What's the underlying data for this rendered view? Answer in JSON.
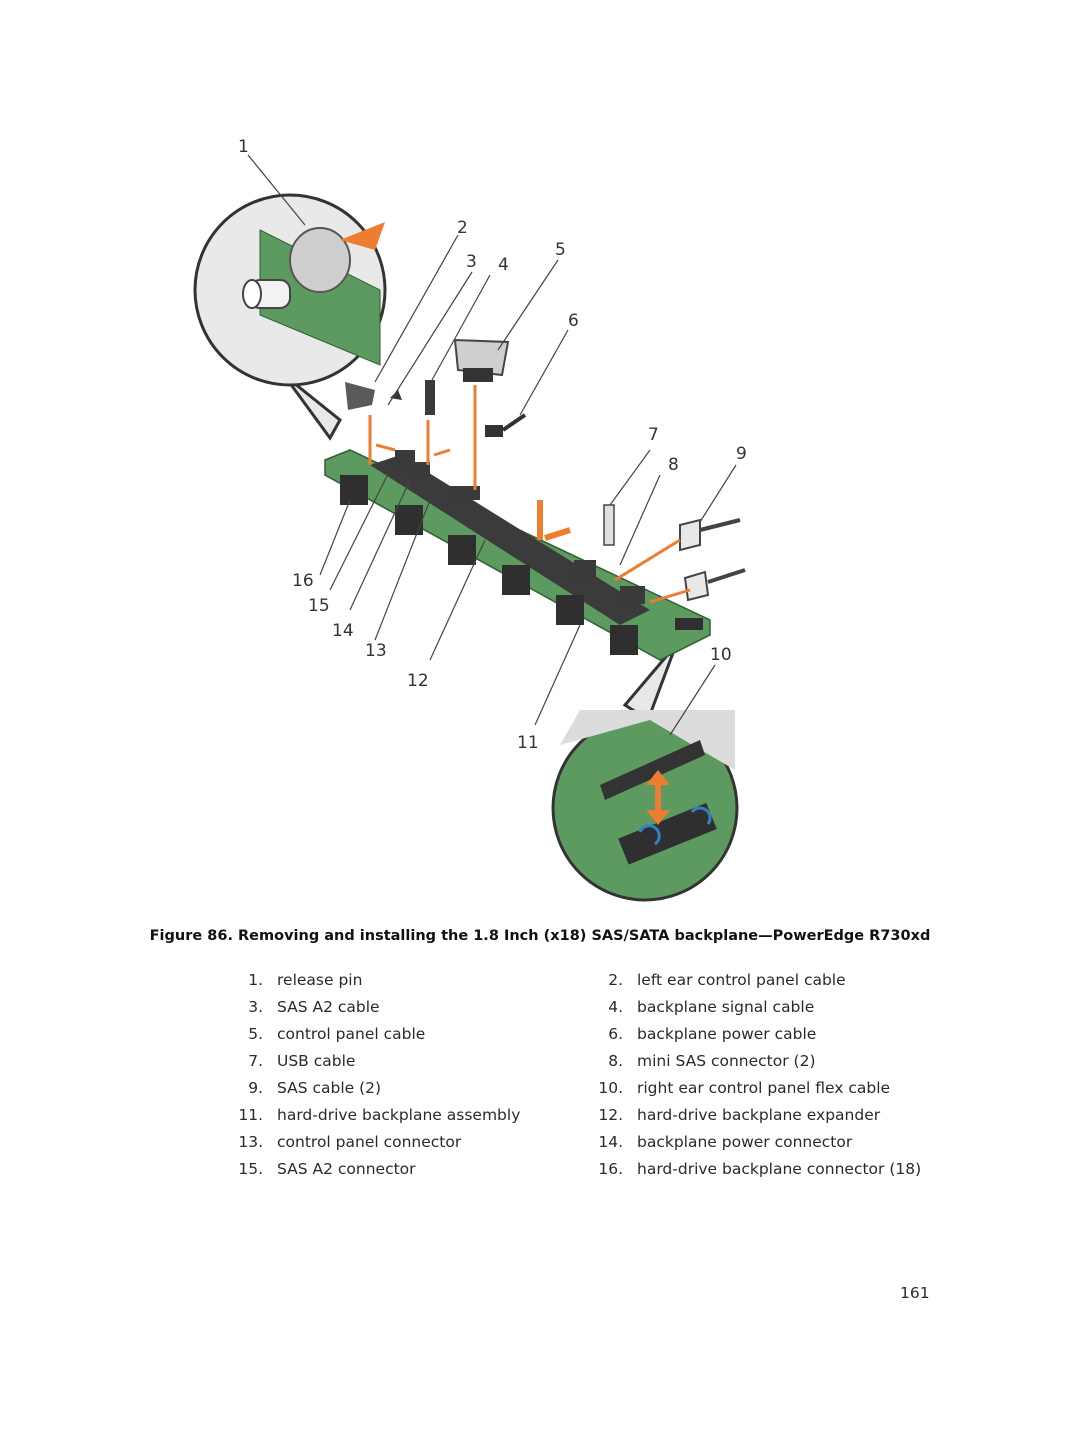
{
  "figure": {
    "callout_numbers": [
      "1",
      "2",
      "3",
      "4",
      "5",
      "6",
      "7",
      "8",
      "9",
      "10",
      "11",
      "12",
      "13",
      "14",
      "15",
      "16"
    ]
  },
  "caption": "Figure 86. Removing and installing the 1.8 Inch (x18) SAS/SATA backplane—PowerEdge R730xd",
  "legend": [
    {
      "num": "1.",
      "text": "release pin"
    },
    {
      "num": "2.",
      "text": "left ear control panel cable"
    },
    {
      "num": "3.",
      "text": "SAS A2 cable"
    },
    {
      "num": "4.",
      "text": "backplane signal cable"
    },
    {
      "num": "5.",
      "text": "control panel cable"
    },
    {
      "num": "6.",
      "text": "backplane power cable"
    },
    {
      "num": "7.",
      "text": "USB cable"
    },
    {
      "num": "8.",
      "text": "mini SAS connector (2)"
    },
    {
      "num": "9.",
      "text": "SAS cable (2)"
    },
    {
      "num": "10.",
      "text": "right ear control panel flex cable"
    },
    {
      "num": "11.",
      "text": "hard-drive backplane assembly"
    },
    {
      "num": "12.",
      "text": "hard-drive backplane expander"
    },
    {
      "num": "13.",
      "text": "control panel connector"
    },
    {
      "num": "14.",
      "text": "backplane power connector"
    },
    {
      "num": "15.",
      "text": "SAS A2 connector"
    },
    {
      "num": "16.",
      "text": "hard-drive backplane connector (18)"
    }
  ],
  "page_number": "161",
  "colors": {
    "board": "#5d9a5f",
    "arrow": "#ee7d31",
    "connector": "#303030",
    "zoom_bg": "#d9d9d9"
  }
}
